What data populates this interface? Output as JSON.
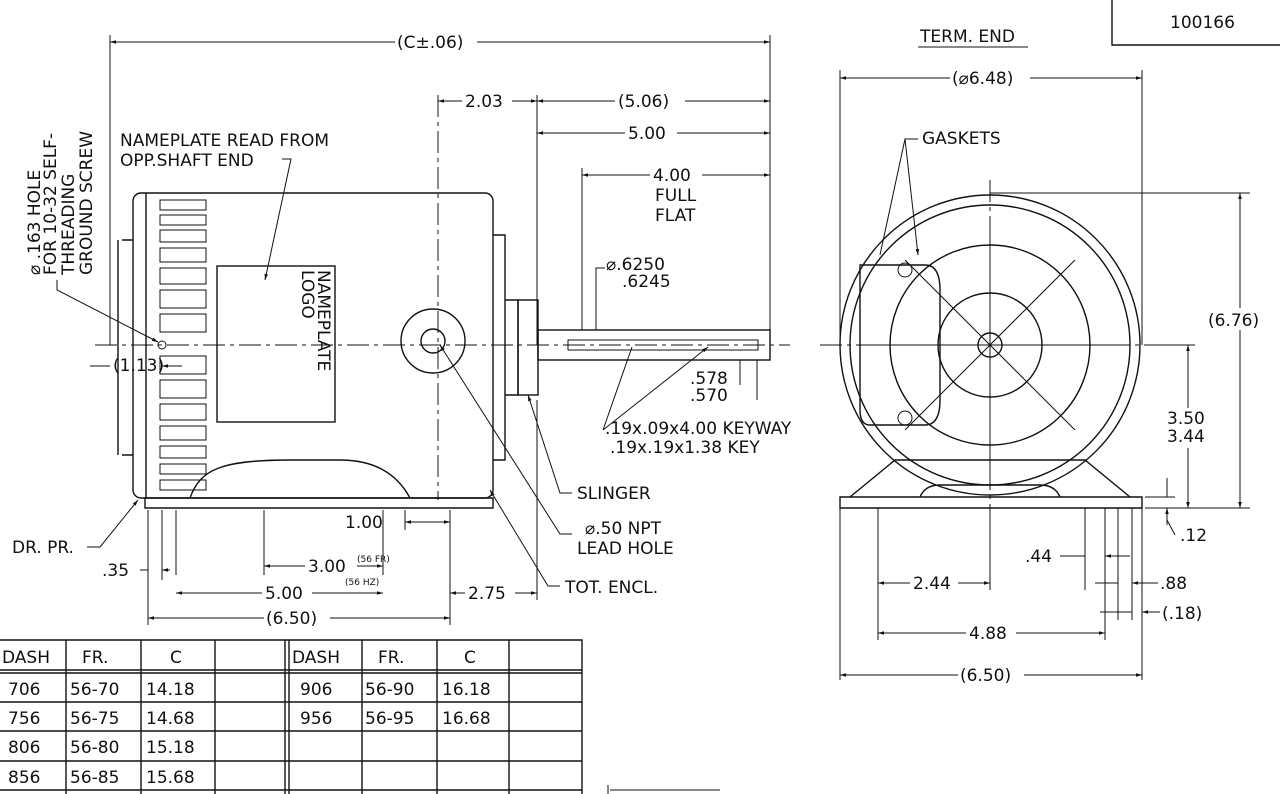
{
  "title_block": {
    "drawing_number": "100166"
  },
  "left_view": {
    "overall_length": "(C±.06)",
    "dim_2_03": "2.03",
    "dim_5_06": "(5.06)",
    "dim_5_00": "5.00",
    "dim_4_00": "4.00",
    "full_flat": [
      "FULL",
      "FLAT"
    ],
    "shaft_dia": [
      "⌀.6250",
      ".6245"
    ],
    "shaft_offset": [
      ".578",
      ".570"
    ],
    "keyway": [
      ".19x.09x4.00 KEYWAY",
      ".19x.19x1.38 KEY"
    ],
    "nameplate_note": [
      "NAMEPLATE READ FROM",
      "OPP.SHAFT END"
    ],
    "nameplate_logo": [
      "NAMEPLATE",
      "LOGO"
    ],
    "ground_note": [
      "⌀ .163 HOLE",
      "FOR 10-32 SELF-",
      "THREADING",
      "GROUND SCREW"
    ],
    "dim_1_13": "(1.13)",
    "dr_pr": "DR. PR.",
    "dim_35": ".35",
    "dim_1_00": "1.00",
    "dim_3_00": "3.00",
    "note_56fr": "(56 FR)",
    "note_56hz": "(56 HZ)",
    "dim_5_00_base": "5.00",
    "dim_2_75": "2.75",
    "dim_6_50": "(6.50)",
    "slinger": "SLINGER",
    "lead_hole": [
      "⌀.50 NPT",
      "LEAD HOLE"
    ],
    "tot_encl": "TOT. ENCL."
  },
  "right_view": {
    "term_end": "TERM. END",
    "dia_6_48": "(⌀6.48)",
    "gaskets": "GASKETS",
    "dim_6_76": "(6.76)",
    "height": [
      "3.50",
      "3.44"
    ],
    "dim_12": ".12",
    "dim_44": ".44",
    "dim_88": ".88",
    "dim_18": "(.18)",
    "dim_2_44": "2.44",
    "dim_4_88": "4.88",
    "dim_6_50": "(6.50)"
  },
  "table": {
    "headers": [
      "DASH",
      "FR.",
      "C"
    ],
    "left_rows": [
      {
        "dash": "706",
        "fr": "56-70",
        "c": "14.18"
      },
      {
        "dash": "756",
        "fr": "56-75",
        "c": "14.68"
      },
      {
        "dash": "806",
        "fr": "56-80",
        "c": "15.18"
      },
      {
        "dash": "856",
        "fr": "56-85",
        "c": "15.68"
      }
    ],
    "right_rows": [
      {
        "dash": "906",
        "fr": "56-90",
        "c": "16.18"
      },
      {
        "dash": "956",
        "fr": "56-95",
        "c": "16.68"
      }
    ]
  }
}
